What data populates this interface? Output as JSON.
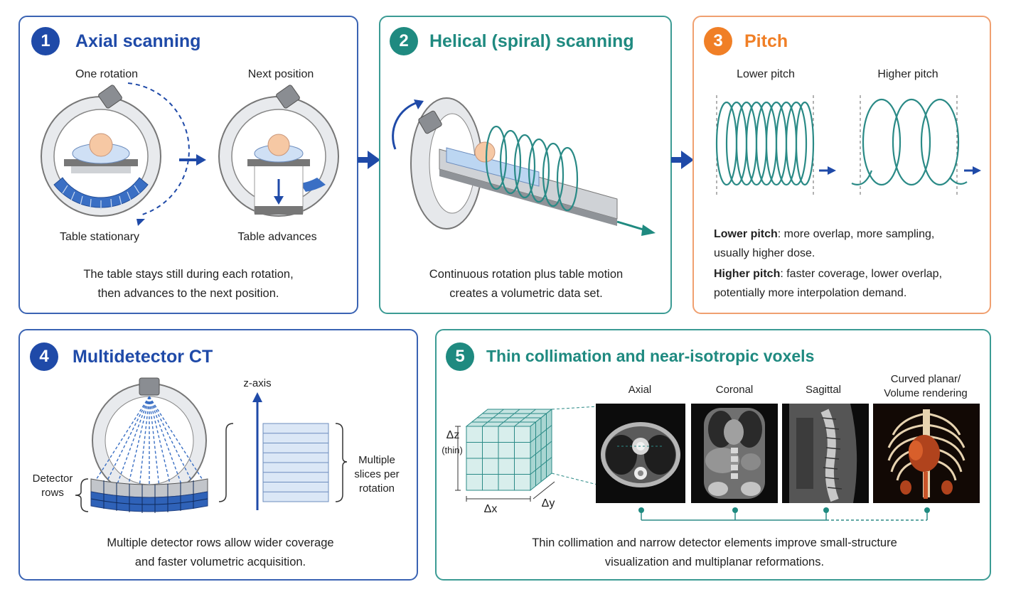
{
  "panel1": {
    "number": "1",
    "title": "Axial scanning",
    "label_one_rotation": "One rotation",
    "label_next_position": "Next position",
    "label_table_stationary": "Table stationary",
    "label_table_advances": "Table advances",
    "caption_line1": "The table stays still during each rotation,",
    "caption_line2": "then advances to the next position."
  },
  "panel2": {
    "number": "2",
    "title": "Helical (spiral) scanning",
    "caption_line1": "Continuous rotation plus table motion",
    "caption_line2": "creates a volumetric data set."
  },
  "panel3": {
    "number": "3",
    "title": "Pitch",
    "label_lower": "Lower pitch",
    "label_higher": "Higher pitch",
    "lower_bold": "Lower pitch",
    "lower_text1": ": more overlap, more sampling,",
    "lower_text2": "usually higher dose.",
    "higher_bold": "Higher pitch",
    "higher_text1": ": faster coverage, lower overlap,",
    "higher_text2": "potentially more interpolation demand."
  },
  "panel4": {
    "number": "4",
    "title": "Multidetector CT",
    "label_z_axis": "z-axis",
    "label_detector_1": "Detector",
    "label_detector_2": "rows",
    "label_slices_1": "Multiple",
    "label_slices_2": "slices per",
    "label_slices_3": "rotation",
    "caption_line1": "Multiple detector rows allow wider coverage",
    "caption_line2": "and faster volumetric acquisition."
  },
  "panel5": {
    "number": "5",
    "title": "Thin collimation and near-isotropic voxels",
    "label_dz": "Δz",
    "label_thin": "(thin)",
    "label_dx": "Δx",
    "label_dy": "Δy",
    "view_axial": "Axial",
    "view_coronal": "Coronal",
    "view_sagittal": "Sagittal",
    "view_volume_1": "Curved planar/",
    "view_volume_2": "Volume rendering",
    "caption_line1": "Thin collimation and narrow detector elements improve small-structure",
    "caption_line2": "visualization and multiplanar reformations."
  },
  "colors": {
    "blue": "#1f4aa8",
    "teal": "#1f8a80",
    "orange": "#f07f26",
    "helix": "#2a8a86"
  }
}
